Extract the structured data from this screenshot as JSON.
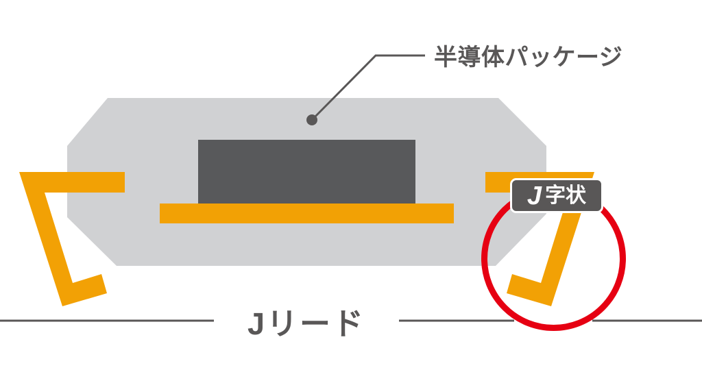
{
  "labels": {
    "package": "半導体パッケージ",
    "lead_type": "Jリード",
    "badge_j": "J",
    "badge_suffix": "字状"
  },
  "colors": {
    "background": "#ffffff",
    "package_body": "#d0d1d3",
    "die": "#58595b",
    "lead_orange": "#f2a105",
    "annotation_gray": "#595757",
    "highlight_red": "#e60012",
    "badge_background": "#595757",
    "badge_border": "#ffffff",
    "badge_text": "#ffffff"
  }
}
